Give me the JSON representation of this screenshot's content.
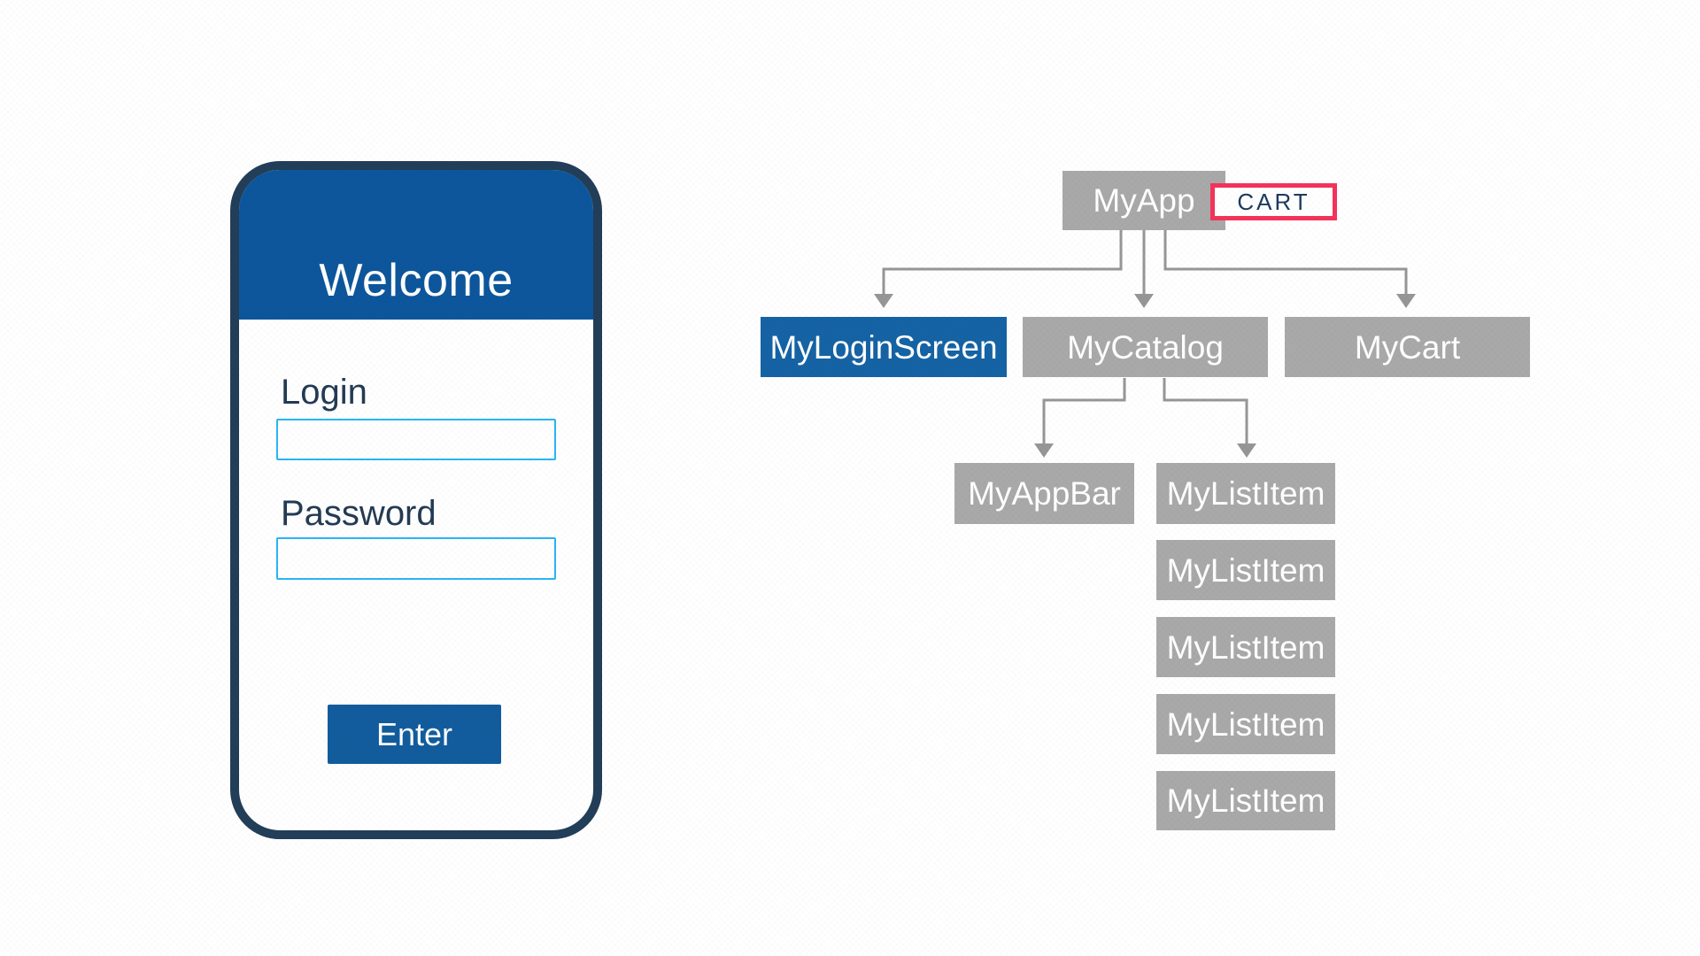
{
  "phone": {
    "header_title": "Welcome",
    "login_label": "Login",
    "login_value": "",
    "password_label": "Password",
    "password_value": "",
    "enter_label": "Enter"
  },
  "tree": {
    "root": {
      "label": "MyApp"
    },
    "cart_badge": {
      "label": "CART"
    },
    "children": [
      {
        "label": "MyLoginScreen",
        "highlighted": true
      },
      {
        "label": "MyCatalog",
        "highlighted": false
      },
      {
        "label": "MyCart",
        "highlighted": false
      }
    ],
    "catalog_children": [
      {
        "label": "MyAppBar"
      },
      {
        "label": "MyListItem"
      }
    ],
    "extra_list_items": [
      {
        "label": "MyListItem"
      },
      {
        "label": "MyListItem"
      },
      {
        "label": "MyListItem"
      },
      {
        "label": "MyListItem"
      }
    ]
  },
  "colors": {
    "background": "#ffffff",
    "phone_border": "#223e58",
    "header_blue": "#0d569c",
    "accent_blue": "#1563a5",
    "button_blue": "#125c9d",
    "input_border": "#29b5f6",
    "label_navy": "#233b54",
    "node_gray": "#a9a9a9",
    "arrow_gray": "#969696",
    "cart_border": "#f4335a",
    "cart_text": "#1c3a5e",
    "text_white": "#ffffff"
  }
}
